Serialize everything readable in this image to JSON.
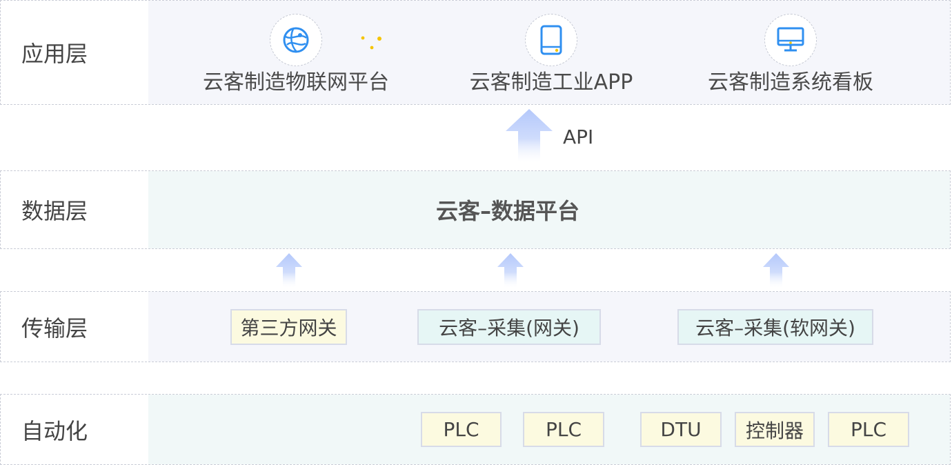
{
  "layers": {
    "application": {
      "label": "应用层",
      "items": [
        {
          "label": "云客制造物联网平台",
          "icon": "globe-icon"
        },
        {
          "label": "云客制造工业APP",
          "icon": "tablet-icon"
        },
        {
          "label": "云客制造系统看板",
          "icon": "monitor-icon"
        }
      ]
    },
    "api": {
      "label": "API"
    },
    "data": {
      "label": "数据层",
      "platform": "云客–数据平台"
    },
    "transport": {
      "label": "传输层",
      "gateways": [
        "第三方网关",
        "云客–采集(网关)",
        "云客–采集(软网关)"
      ]
    },
    "automation": {
      "label": "自动化",
      "devices": [
        "PLC",
        "PLC",
        "DTU",
        "控制器",
        "PLC"
      ]
    }
  },
  "colors": {
    "icon_blue": "#2f8ff0",
    "accent_yellow": "#f5c400",
    "arrow_blue": "#b9ccfb",
    "box_yellow": "#fcfae0",
    "box_green": "#e6f6f5"
  }
}
